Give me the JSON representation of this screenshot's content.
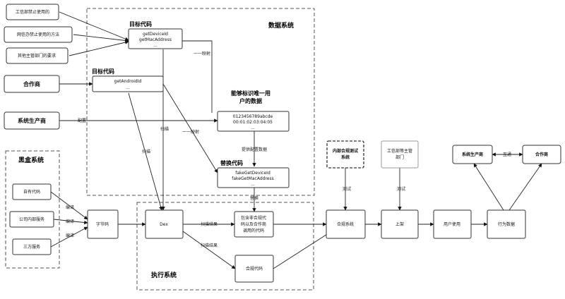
{
  "regions": {
    "data_system": "数据系统",
    "exec_system": "执行系统",
    "blackbox": "黑盒系统"
  },
  "labels": {
    "target_code_1": "目标代码",
    "target_code_2": "目标代码",
    "unique_data": [
      "能够标识唯一用",
      "户的数据"
    ],
    "replace_code": "替换代码"
  },
  "nodes": {
    "miit_ban": "工信部禁止使用的",
    "cac_method": "网信办禁止使用的方法",
    "other_reg": "其他主管部门的要求",
    "partner_left": "合作商",
    "os_vendor": "系统生产商",
    "code_box_1": [
      "getDeviceId",
      "getMacAddress",
      "..."
    ],
    "code_box_2": [
      "getAndroidId",
      "..."
    ],
    "data_box": [
      "0123456789abcde",
      "00:01:02:03:04:05",
      "..."
    ],
    "fake_box": [
      "fakeGetDeviceId",
      "fakeGetMacAddress",
      "..."
    ],
    "own_code": "自有代码",
    "internal_service": "公司内部服务",
    "third_service": "三方服务",
    "bytecode": "字节码",
    "dex": "Dex",
    "noncompliant": [
      "包含非合规代",
      "码以及合作商",
      "调用的代码"
    ],
    "compliant_code": "合规代码",
    "internal_test": [
      "内部合规测试",
      "系统"
    ],
    "miit_dept": [
      "工信部等主管",
      "部门"
    ],
    "compliance_sys": "合规系统",
    "release": "上架",
    "user_use": "用户使用",
    "behavior_data": "行为数据",
    "os_vendor_right": "系统生产商",
    "partner_right": "合作商"
  },
  "edges": {
    "one_to_one_1": "一一映射",
    "one_to_one_2": "一一映射",
    "config": "配置",
    "scan_1": "扫描",
    "scan_2": "扫描",
    "provide_config": "提供配置数据",
    "replace": "替换",
    "compile_1": "编译",
    "compile_2": "编译",
    "compile_3": "编译",
    "scan_result_1": "扫描结果",
    "scan_result_2": "扫描结果",
    "test_1": "测试",
    "test_2": "测试",
    "interop": "互通"
  }
}
